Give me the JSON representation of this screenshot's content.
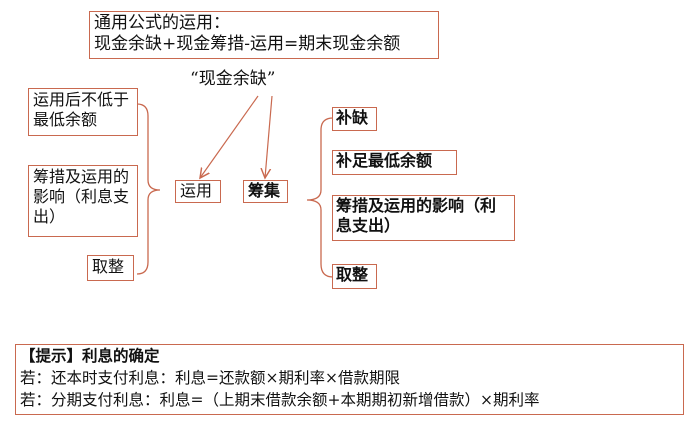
{
  "formula_box": {
    "line1": "通用公式的运用：",
    "line2": "现金余缺+现金筹措-运用=期末现金余额"
  },
  "cash_label": "“现金余缺”",
  "left_items": [
    "运用后不低于最低余额",
    "筹措及运用的影响（利息支出）",
    "取整"
  ],
  "center": {
    "use": "运用",
    "raise": "筹集"
  },
  "right_items": [
    "补缺",
    "补足最低余额",
    "筹措及运用的影响（利息支出）",
    "取整"
  ],
  "tip": {
    "title": "【提示】利息的确定",
    "line1": "若：还本时支付利息：利息=还款额×期利率×借款期限",
    "line2": "若：分期支付利息：利息=（上期末借款余额+本期期初新增借款）×期利率"
  },
  "colors": {
    "border": "#c9694f",
    "arrow": "#c9694f"
  }
}
